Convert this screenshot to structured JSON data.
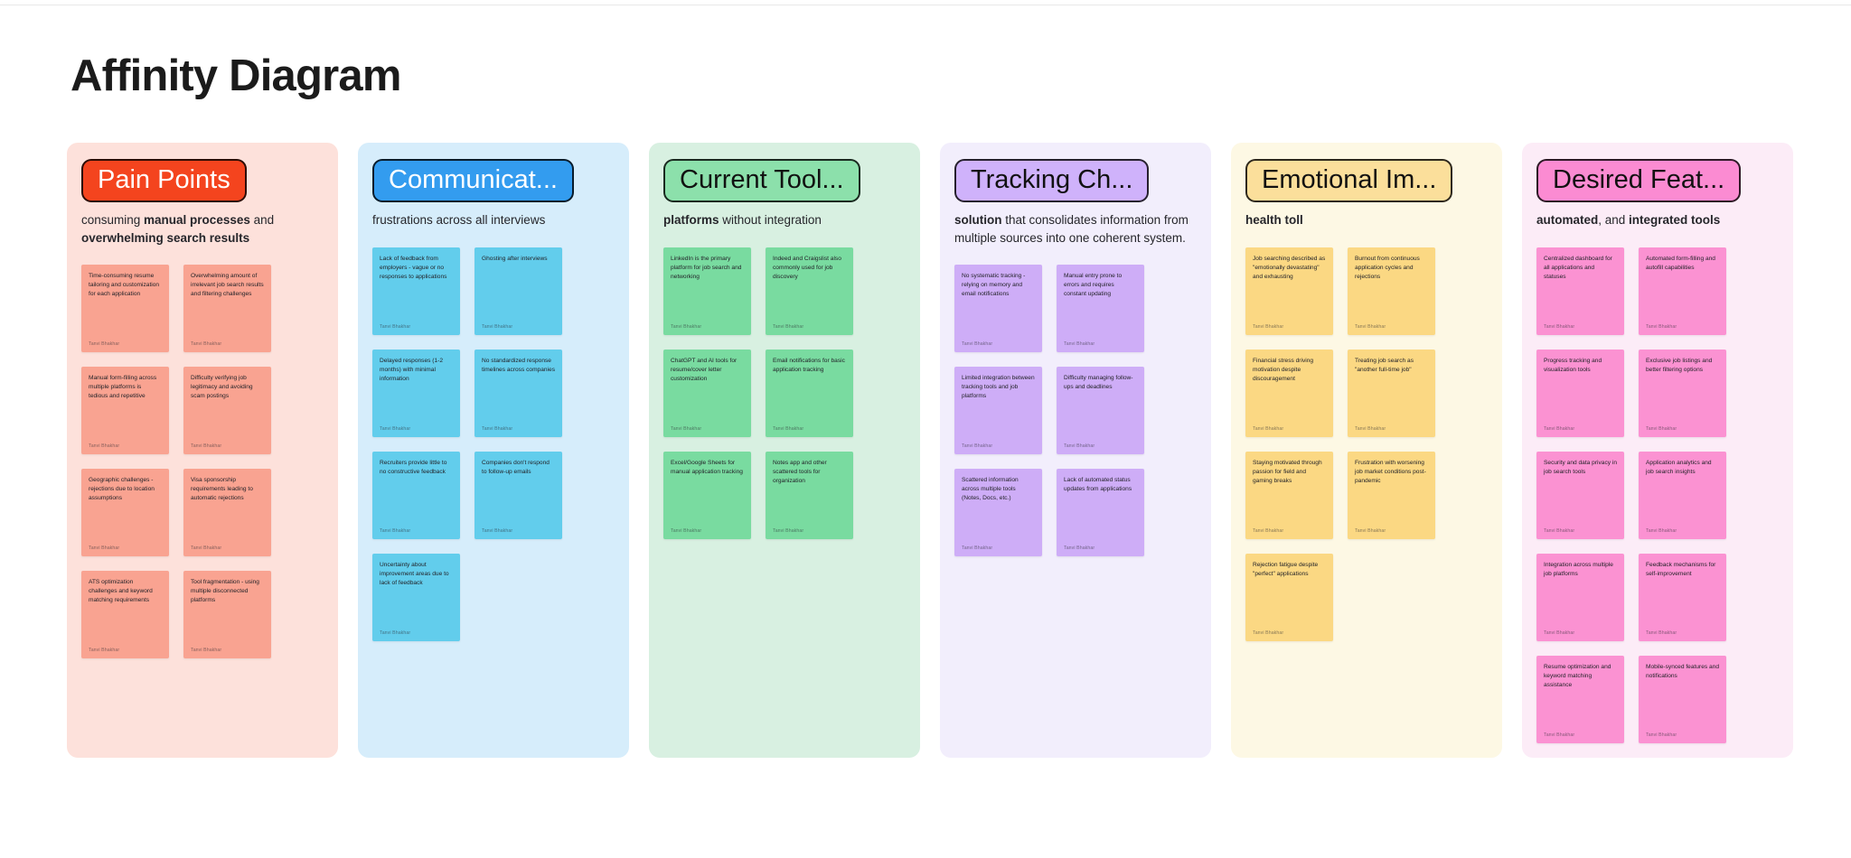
{
  "page": {
    "title": "Affinity Diagram"
  },
  "author": "Tanvi Bhakhar",
  "columns": [
    {
      "id": "pain-points",
      "header": "Pain Points",
      "header_full": "Pain Points",
      "subtitle_plain_1": "consuming ",
      "subtitle_bold_1": "manual processes",
      "subtitle_plain_2": " and ",
      "subtitle_bold_2": "overwhelming search results",
      "subtitle_plain_3": "",
      "notes": [
        {
          "text": "Time-consuming resume tailoring and customization for each application",
          "author": "Tanvi Bhakhar"
        },
        {
          "text": "Overwhelming amount of irrelevant job search results and filtering challenges",
          "author": "Tanvi Bhakhar"
        },
        {
          "text": "Manual form-filling across multiple platforms is tedious and repetitive",
          "author": "Tanvi Bhakhar"
        },
        {
          "text": "Difficulty verifying job legitimacy and avoiding scam postings",
          "author": "Tanvi Bhakhar"
        },
        {
          "text": "Geographic challenges - rejections due to location assumptions",
          "author": "Tanvi Bhakhar"
        },
        {
          "text": "Visa sponsorship requirements leading to automatic rejections",
          "author": "Tanvi Bhakhar"
        },
        {
          "text": "ATS optimization challenges and keyword matching requirements",
          "author": "Tanvi Bhakhar"
        },
        {
          "text": "Tool fragmentation - using multiple disconnected platforms",
          "author": "Tanvi Bhakhar"
        }
      ]
    },
    {
      "id": "communication",
      "header": "Communicat...",
      "header_full": "Communication",
      "subtitle_plain_1": "frustrations across all interviews",
      "subtitle_bold_1": "",
      "subtitle_plain_2": "",
      "subtitle_bold_2": "",
      "subtitle_plain_3": "",
      "notes": [
        {
          "text": "Lack of feedback from employers - vague or no responses to applications",
          "author": "Tanvi Bhakhar"
        },
        {
          "text": "Ghosting after interviews",
          "author": "Tanvi Bhakhar"
        },
        {
          "text": "Delayed responses (1-2 months) with minimal information",
          "author": "Tanvi Bhakhar"
        },
        {
          "text": "No standardized response timelines across companies",
          "author": "Tanvi Bhakhar"
        },
        {
          "text": "Recruiters provide little to no constructive feedback",
          "author": "Tanvi Bhakhar"
        },
        {
          "text": "Companies don't respond to follow-up emails",
          "author": "Tanvi Bhakhar"
        },
        {
          "text": "Uncertainty about improvement areas due to lack of feedback",
          "author": "Tanvi Bhakhar"
        }
      ]
    },
    {
      "id": "current-tools",
      "header": "Current Tool...",
      "header_full": "Current Tools",
      "subtitle_plain_1": "",
      "subtitle_bold_1": "platforms",
      "subtitle_plain_2": " without integration",
      "subtitle_bold_2": "",
      "subtitle_plain_3": "",
      "notes": [
        {
          "text": "LinkedIn is the primary platform for job search and networking",
          "author": "Tanvi Bhakhar"
        },
        {
          "text": "Indeed and Craigslist also commonly used for job discovery",
          "author": "Tanvi Bhakhar"
        },
        {
          "text": "ChatGPT and AI tools for resume/cover letter customization",
          "author": "Tanvi Bhakhar"
        },
        {
          "text": "Email notifications for basic application tracking",
          "author": "Tanvi Bhakhar"
        },
        {
          "text": "Excel/Google Sheets for manual application tracking",
          "author": "Tanvi Bhakhar"
        },
        {
          "text": "Notes app and other scattered tools for organization",
          "author": "Tanvi Bhakhar"
        }
      ]
    },
    {
      "id": "tracking-challenges",
      "header": "Tracking Ch...",
      "header_full": "Tracking Challenges",
      "subtitle_plain_1": "",
      "subtitle_bold_1": "solution",
      "subtitle_plain_2": " that consolidates information from multiple sources into one coherent system.",
      "subtitle_bold_2": "",
      "subtitle_plain_3": "",
      "notes": [
        {
          "text": "No systematic tracking - relying on memory and email notifications",
          "author": "Tanvi Bhakhar"
        },
        {
          "text": "Manual entry prone to errors and requires constant updating",
          "author": "Tanvi Bhakhar"
        },
        {
          "text": "Limited integration between tracking tools and job platforms",
          "author": "Tanvi Bhakhar"
        },
        {
          "text": "Difficulty managing follow-ups and deadlines",
          "author": "Tanvi Bhakhar"
        },
        {
          "text": "Scattered information across multiple tools (Notes, Docs, etc.)",
          "author": "Tanvi Bhakhar"
        },
        {
          "text": "Lack of automated status updates from applications",
          "author": "Tanvi Bhakhar"
        }
      ]
    },
    {
      "id": "emotional-impact",
      "header": "Emotional Im...",
      "header_full": "Emotional Impact",
      "subtitle_plain_1": "",
      "subtitle_bold_1": "health toll",
      "subtitle_plain_2": "",
      "subtitle_bold_2": "",
      "subtitle_plain_3": "",
      "notes": [
        {
          "text": "Job searching described as \"emotionally devastating\" and exhausting",
          "author": "Tanvi Bhakhar"
        },
        {
          "text": "Burnout from continuous application cycles and rejections",
          "author": "Tanvi Bhakhar"
        },
        {
          "text": "Financial stress driving motivation despite discouragement",
          "author": "Tanvi Bhakhar"
        },
        {
          "text": "Treating job search as \"another full-time job\"",
          "author": "Tanvi Bhakhar"
        },
        {
          "text": "Staying motivated through passion for field and gaming breaks",
          "author": "Tanvi Bhakhar"
        },
        {
          "text": "Frustration with worsening job market conditions post-pandemic",
          "author": "Tanvi Bhakhar"
        },
        {
          "text": "Rejection fatigue despite \"perfect\" applications",
          "author": "Tanvi Bhakhar"
        }
      ]
    },
    {
      "id": "desired-features",
      "header": "Desired Feat...",
      "header_full": "Desired Features",
      "subtitle_plain_1": "",
      "subtitle_bold_1": "automated",
      "subtitle_plain_2": ", and ",
      "subtitle_bold_2": "integrated tools",
      "subtitle_plain_3": "",
      "notes": [
        {
          "text": "Centralized dashboard for all applications and statuses",
          "author": "Tanvi Bhakhar"
        },
        {
          "text": "Automated form-filling and autofill capabilities",
          "author": "Tanvi Bhakhar"
        },
        {
          "text": "Progress tracking and visualization tools",
          "author": "Tanvi Bhakhar"
        },
        {
          "text": "Exclusive job listings and better filtering options",
          "author": "Tanvi Bhakhar"
        },
        {
          "text": "Security and data privacy in job search tools",
          "author": "Tanvi Bhakhar"
        },
        {
          "text": "Application analytics and job search insights",
          "author": "Tanvi Bhakhar"
        },
        {
          "text": "Integration across multiple job platforms",
          "author": "Tanvi Bhakhar"
        },
        {
          "text": "Feedback mechanisms for self-improvement",
          "author": "Tanvi Bhakhar"
        },
        {
          "text": "Resume optimization and keyword matching assistance",
          "author": "Tanvi Bhakhar"
        },
        {
          "text": "Mobile-synced features and notifications",
          "author": "Tanvi Bhakhar"
        }
      ]
    }
  ],
  "colors": {
    "pain_accent": "#f4441e",
    "communication_accent": "#339cef",
    "current_tools_accent": "#8ce0ab",
    "tracking_accent": "#cfb2fb",
    "emotional_accent": "#fbdf9b",
    "desired_accent": "#fb8bd2"
  }
}
